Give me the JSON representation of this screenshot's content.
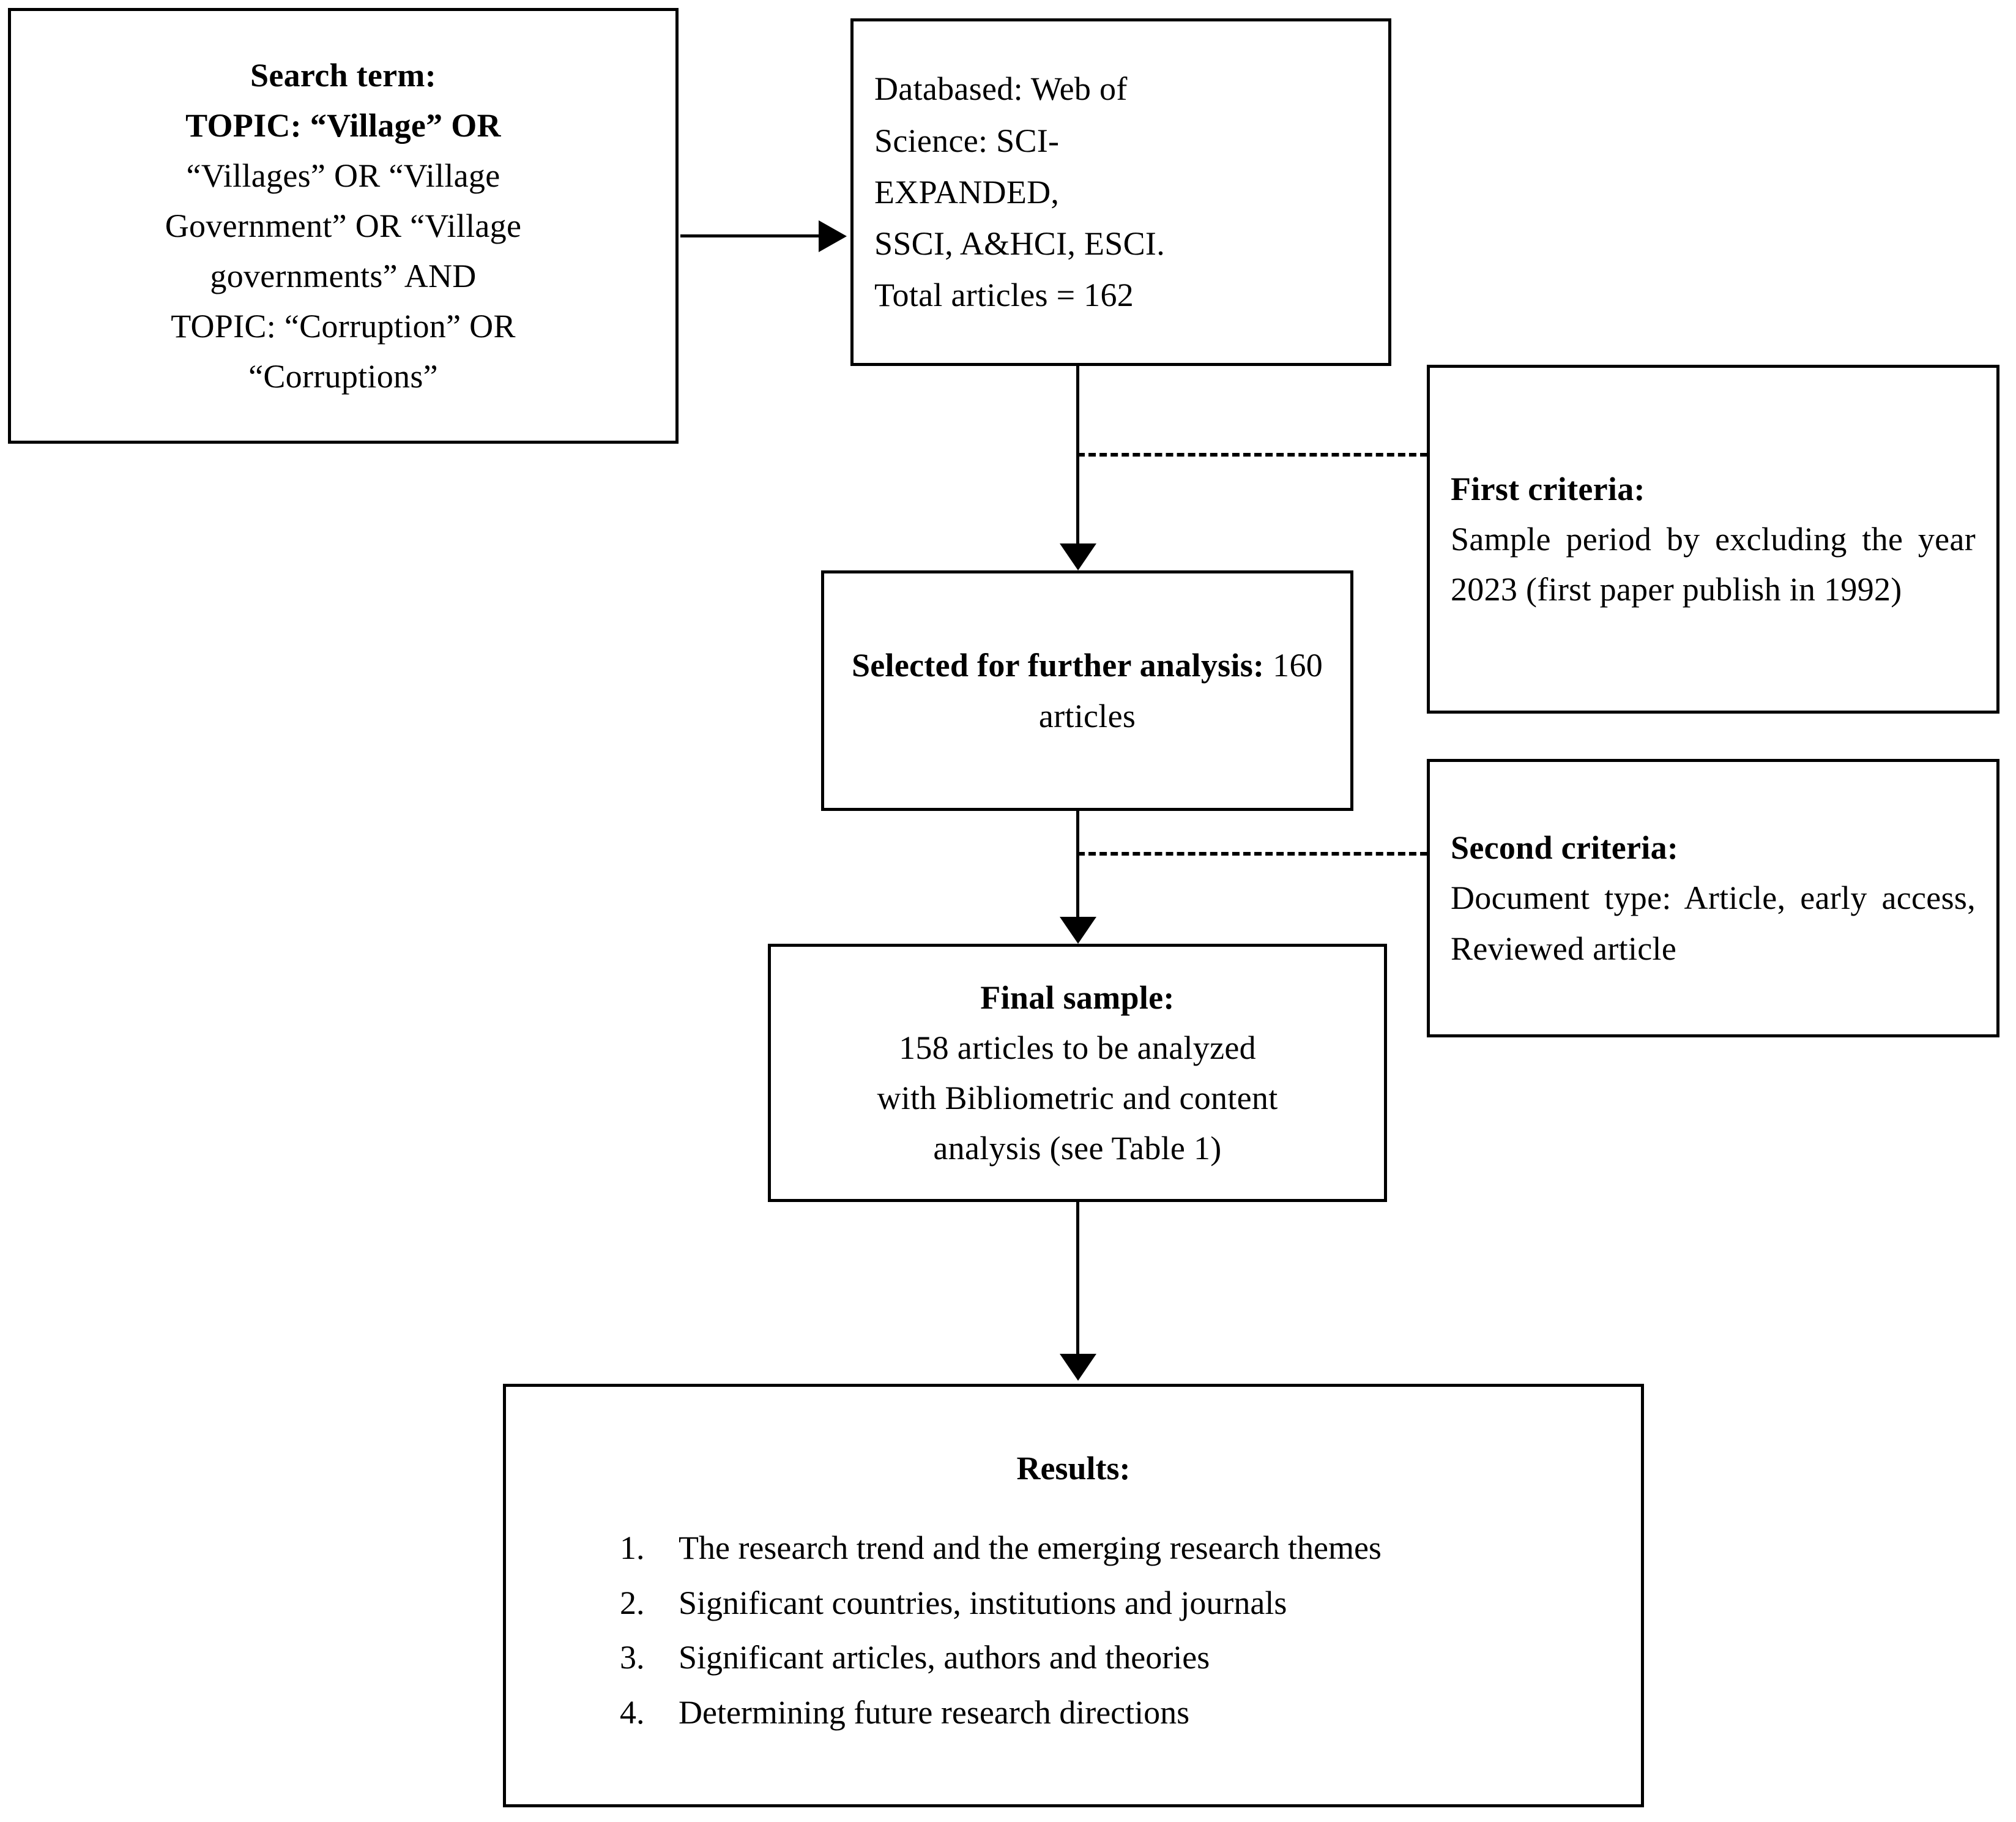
{
  "figure": {
    "type": "flowchart",
    "title": "Article selection flow diagram",
    "accent_color": "#000000",
    "background_color": "#ffffff"
  },
  "boxes": {
    "search_term": {
      "heading": "Search term:",
      "lines": [
        "TOPIC: “Village” OR",
        "“Villages”  OR “Village",
        "Government” OR “Village",
        "governments” AND",
        "TOPIC: “Corruption” OR",
        "“Corruptions”"
      ]
    },
    "database": {
      "lines": [
        "Databased: Web of",
        "Science: SCI-",
        "EXPANDED,",
        "SSCI, A&HCI, ESCI.",
        "Total articles = 162"
      ],
      "bold_prefix": "Databased:",
      "total_articles": "162"
    },
    "first_criteria": {
      "heading": "First criteria:",
      "body": "Sample period by excluding the year 2023 (first paper publish in 1992)",
      "excluded_year": "2023",
      "first_paper_year": "1992"
    },
    "selected": {
      "heading": "Selected for further analysis:",
      "value": "160 articles",
      "count": "160"
    },
    "second_criteria": {
      "heading": "Second criteria:",
      "body": "Document type: Article, early access, Reviewed article"
    },
    "final_sample": {
      "heading": "Final sample:",
      "lines": [
        "158 articles to be analyzed",
        "with Bibliometric  and content",
        "analysis (see Table 1)"
      ],
      "count": "158",
      "table_reference": "Table 1"
    },
    "results": {
      "heading": "Results:",
      "items": [
        {
          "number": "1.",
          "text": "The research trend and the emerging research themes"
        },
        {
          "number": "2.",
          "text": "Significant countries, institutions and journals"
        },
        {
          "number": "3.",
          "text": "Significant articles, authors and theories"
        },
        {
          "number": "4.",
          "text": "Determining future research directions"
        }
      ]
    }
  },
  "connectors": [
    {
      "name": "search-to-database",
      "style": "solid-arrow",
      "direction": "right"
    },
    {
      "name": "database-to-selected",
      "style": "solid-arrow",
      "direction": "down"
    },
    {
      "name": "first-criteria-link",
      "style": "dashed",
      "direction": "right"
    },
    {
      "name": "selected-to-final",
      "style": "solid-arrow",
      "direction": "down"
    },
    {
      "name": "second-criteria-link",
      "style": "dashed",
      "direction": "right"
    },
    {
      "name": "final-to-results",
      "style": "solid-arrow",
      "direction": "down"
    }
  ]
}
